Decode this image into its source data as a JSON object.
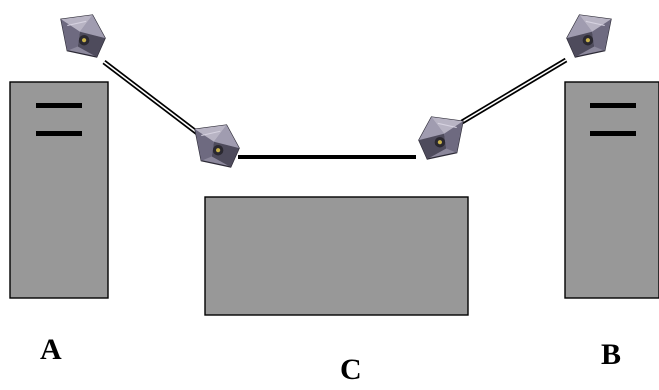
{
  "colors": {
    "box_fill": "#989898",
    "box_stroke": "#000000",
    "device_light": "#b8b4c4",
    "device_mid": "#8c889c",
    "device_dark": "#4e4b5c",
    "wire": "#000000"
  },
  "icons": {
    "connector": "camera-connector-icon"
  },
  "labels": {
    "a": "A",
    "b": "B",
    "c": "C"
  }
}
